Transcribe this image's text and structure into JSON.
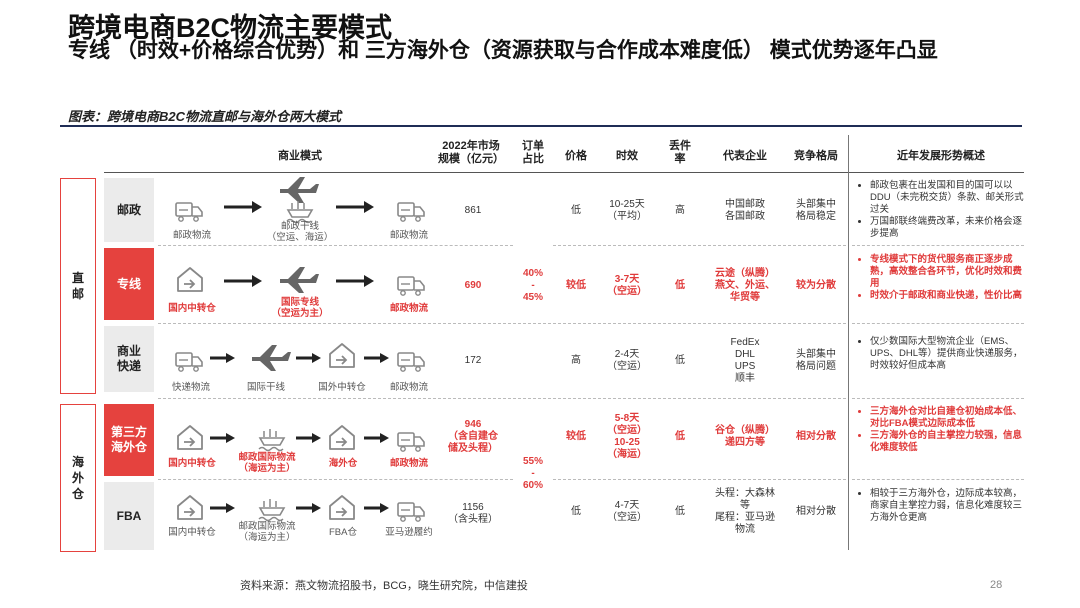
{
  "title": "跨境电商B2C物流主要模式",
  "subtitle": "专线 （时效+价格综合优势）和 三方海外仓（资源获取与合作成本难度低） 模式优势逐年凸显",
  "caption": "图表：跨境电商B2C物流直邮与海外仓两大模式",
  "headers": {
    "model": "商业模式",
    "market": "2022年市场\n规模（亿元）",
    "share": "订单\n占比",
    "price": "价格",
    "time": "时效",
    "loss": "丢件\n率",
    "companies": "代表企业",
    "competition": "竞争格局",
    "trend": "近年发展形势概述"
  },
  "groups": {
    "direct": "直\n邮",
    "overseas": "海\n外\n仓"
  },
  "shares": {
    "direct": "40%\n-\n45%",
    "overseas": "55%\n-\n60%"
  },
  "rows": [
    {
      "name": "邮政",
      "flow": [
        "邮政物流",
        "邮政干线\n（空运、海运）",
        "邮政物流"
      ],
      "market": "861",
      "price": "低",
      "time": "10-25天\n（平均）",
      "loss": "高",
      "companies": "中国邮政\n各国邮政",
      "competition": "头部集中\n格局稳定",
      "trend": [
        "邮政包裹在出发国和目的国可以以DDU（未完税交货）条款、邮关形式过关",
        "万国邮联终端费改革，未来价格会逐步提高"
      ]
    },
    {
      "name": "专线",
      "flow": [
        "国内中转仓",
        "国际专线\n（空运为主）",
        "邮政物流"
      ],
      "market": "690",
      "price": "较低",
      "time": "3-7天\n（空运）",
      "loss": "低",
      "companies": "云途（纵腾）\n燕文、外运、\n华贸等",
      "competition": "较为分散",
      "trend": [
        "专线模式下的货代服务商正逐步成熟，高效整合各环节，优化时效和费用",
        "时效介于邮政和商业快递，性价比高"
      ]
    },
    {
      "name": "商业\n快递",
      "flow": [
        "快递物流",
        "国际干线",
        "国外中转仓",
        "邮政物流"
      ],
      "market": "172",
      "price": "高",
      "time": "2-4天\n（空运）",
      "loss": "低",
      "companies": "FedEx\nDHL\nUPS\n顺丰",
      "competition": "头部集中\n格局问题",
      "trend": [
        "仅少数国际大型物流企业（EMS、UPS、DHL等）提供商业快递服务，时效较好但成本高"
      ]
    },
    {
      "name": "第三方\n海外仓",
      "flow": [
        "国内中转仓",
        "邮政国际物流\n（海运为主）",
        "海外仓",
        "邮政物流"
      ],
      "market": "946\n（含自建仓\n储及头程）",
      "price": "较低",
      "time": "5-8天\n（空运）\n10-25\n（海运）",
      "loss": "低",
      "companies": "谷仓（纵腾）\n递四方等",
      "competition": "相对分散",
      "trend": [
        "三方海外仓对比自建仓初始成本低、对比FBA模式边际成本低",
        "三方海外仓的自主掌控力较强，信息化难度较低"
      ]
    },
    {
      "name": "FBA",
      "flow": [
        "国内中转仓",
        "邮政国际物流\n（海运为主）",
        "FBA仓",
        "亚马逊履约"
      ],
      "market": "1156\n（含头程）",
      "price": "低",
      "time": "4-7天\n（空运）",
      "loss": "低",
      "companies": "头程：大森林\n等\n尾程：亚马逊\n物流",
      "competition": "相对分散",
      "trend": [
        "相较于三方海外仓，边际成本较高，商家自主掌控力弱，信息化难度较三方海外仓更高"
      ]
    }
  ],
  "source": "资料来源：燕文物流招股书，BCG，晓生研究院，中信建投",
  "page_number": "28",
  "colors": {
    "accent": "#e5423e",
    "navy": "#1f2d56",
    "grey_box": "#ebebeb"
  }
}
